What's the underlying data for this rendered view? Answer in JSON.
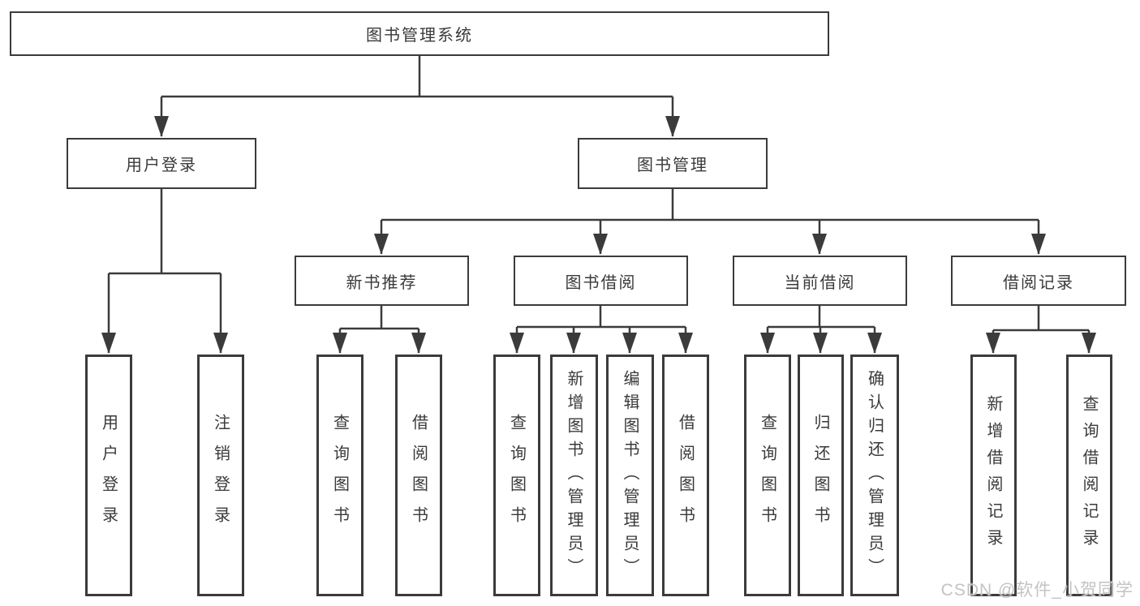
{
  "diagram": {
    "nodes": {
      "root": "图书管理系统",
      "user_login": "用户登录",
      "book_mgmt": "图书管理",
      "new_books": "新书推荐",
      "book_borrow": "图书借阅",
      "current_borrow": "当前借阅",
      "borrow_records": "借阅记录"
    },
    "leaves": {
      "user_login": [
        "用户登录",
        "注销登录"
      ],
      "new_books": [
        "查询图书",
        "借阅图书"
      ],
      "book_borrow": [
        "查询图书",
        "新增图书（管理员）",
        "编辑图书（管理员）",
        "借阅图书"
      ],
      "current_borrow": [
        "查询图书",
        "归还图书",
        "确认归还（管理员）"
      ],
      "borrow_records": [
        "新增借阅记录",
        "查询借阅记录"
      ]
    },
    "watermark": "CSDN @软件_小贺同学",
    "colors": {
      "line": "#3b3b3b",
      "text": "#3a3a3a",
      "watermark": "#c3c3c3",
      "background": "#ffffff"
    }
  }
}
